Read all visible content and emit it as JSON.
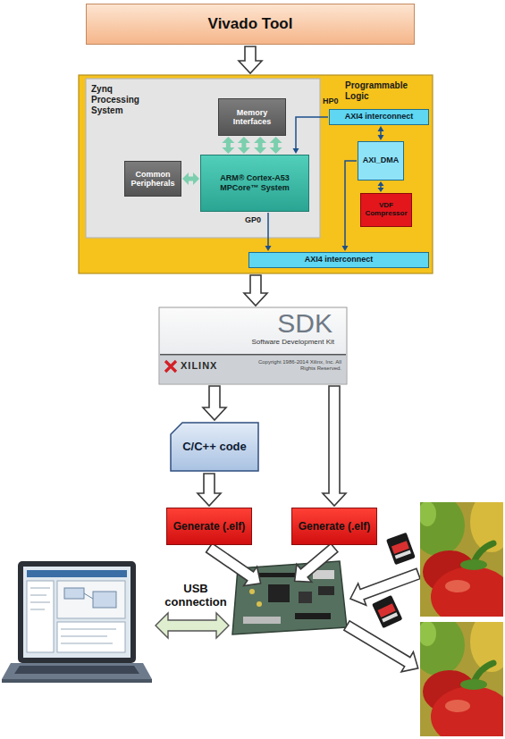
{
  "diagram": {
    "nodes": [
      {
        "text": [
          "Vivado Tool"
        ]
      },
      {
        "text": [
          "Programmable Logic"
        ]
      },
      {
        "text": [
          "Zynq Processing System"
        ],
        "in": 1
      },
      {
        "text": [
          "Memory Interfaces"
        ],
        "in": 2
      },
      {
        "text": [
          "Common Peripherals"
        ],
        "in": 2
      },
      {
        "text": [
          "ARM® Cortex-A53 MPCore™ System"
        ],
        "in": 2
      },
      {
        "text": [
          "AXI4 interconnect"
        ],
        "in": 1
      },
      {
        "text": [
          "AXI_DMA"
        ],
        "in": 1
      },
      {
        "text": [
          "VDF Compressor"
        ],
        "in": 1
      },
      {
        "text": [
          "AXI4 interconnect"
        ],
        "in": 1
      },
      {
        "text": [
          "SDK",
          "Software Development Kit",
          "XILINX",
          "Copyright 1986-2014 Xilinx, Inc. All Rights Reserved."
        ]
      },
      {
        "text": [
          "C/C++ code"
        ]
      },
      {
        "text": [
          "Generate (.elf)"
        ]
      },
      {
        "text": [
          "Generate (.elf)"
        ]
      }
    ],
    "edges": [
      {
        "from": 0,
        "to": 1,
        "arrow": "to"
      },
      {
        "from": 1,
        "to": 10,
        "arrow": "to"
      },
      {
        "from": 10,
        "to": 11,
        "arrow": "to"
      },
      {
        "from": 10,
        "to": 13,
        "arrow": "to"
      },
      {
        "from": 11,
        "to": 12,
        "arrow": "to"
      },
      {
        "from": 3,
        "to": 5,
        "arrow": "both"
      },
      {
        "from": 3,
        "to": 5,
        "arrow": "both"
      },
      {
        "from": 3,
        "to": 5,
        "arrow": "both"
      },
      {
        "from": 3,
        "to": 5,
        "arrow": "both"
      },
      {
        "from": 4,
        "to": 5,
        "arrow": "both"
      },
      {
        "from": 6,
        "to": 5,
        "arrow": "to"
      },
      {
        "from": 5,
        "to": 9,
        "arrow": "to"
      },
      {
        "from": 6,
        "to": 7,
        "arrow": "both"
      },
      {
        "from": 7,
        "to": 8,
        "arrow": "both"
      },
      {
        "from": 7,
        "to": 9,
        "arrow": "to"
      }
    ],
    "labels": [
      "HP0",
      "GP0",
      "USB connection"
    ]
  }
}
